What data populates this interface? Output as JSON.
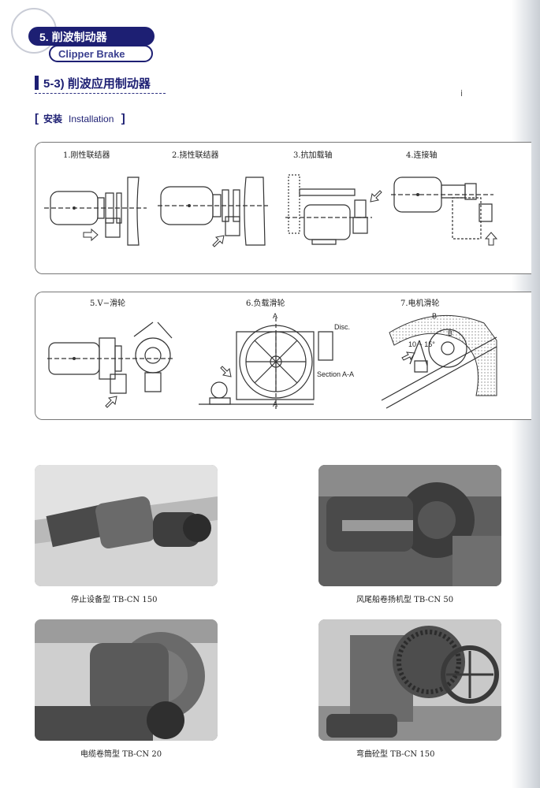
{
  "header": {
    "chapter": "5. 削波制动器",
    "subtitle": "Clipper Brake"
  },
  "section": {
    "title": "5-3) 削波应用制动器"
  },
  "install": {
    "open_bracket": "[",
    "cn": "安装",
    "en": "Installation",
    "close_bracket": "]"
  },
  "diagrams": [
    {
      "label": "1.刚性联结器"
    },
    {
      "label": "2.挠性联结器"
    },
    {
      "label": "3.抗加载轴"
    },
    {
      "label": "4.连接轴"
    },
    {
      "label": "5.V−滑轮"
    },
    {
      "label": "6.负载滑轮"
    },
    {
      "label": "7.电机滑轮"
    }
  ],
  "diagram6": {
    "a_top": "A",
    "a_bottom": "A",
    "disc": "Disc.",
    "section": "Section A-A"
  },
  "diagram7": {
    "b_left": "B",
    "b_right": "B",
    "angle": "10 ~ 15°"
  },
  "photos": [
    {
      "caption": "停止设备型 TB-CN 150"
    },
    {
      "caption": "风尾船卷扬机型 TB-CN 50"
    },
    {
      "caption": "电缆卷筒型 TB-CN 20"
    },
    {
      "caption": "弯曲砼型 TB-CN 150"
    }
  ]
}
